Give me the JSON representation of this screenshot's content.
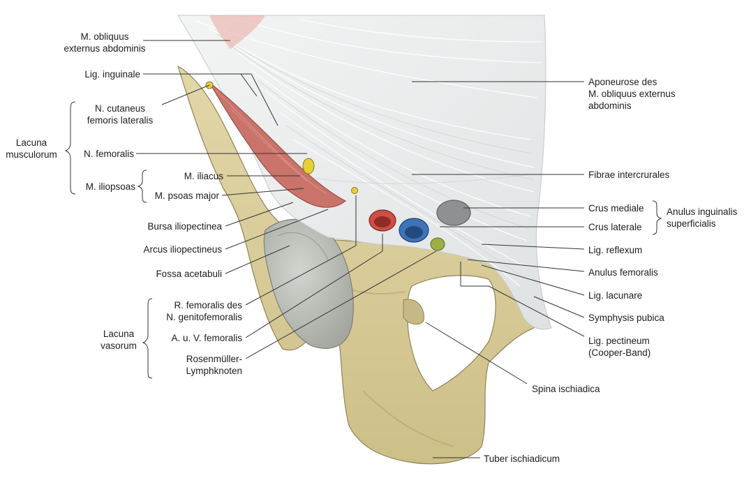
{
  "labels": {
    "obliquus_ext": "M. obliquus\nexternus abdominis",
    "lig_inguinale": "Lig. inguinale",
    "n_cutaneus": "N. cutaneus\nfemoris lateralis",
    "lacuna_musculorum": "Lacuna\nmusculorum",
    "n_femoralis": "N. femoralis",
    "m_iliacus": "M. iliacus",
    "m_iliopsoas": "M. iliopsoas",
    "m_psoas": "M. psoas major",
    "bursa": "Bursa iliopectinea",
    "arcus": "Arcus iliopectineus",
    "fossa": "Fossa acetabuli",
    "r_femoralis": "R. femoralis des\nN. genitofemoralis",
    "lacuna_vasorum": "Lacuna\nvasorum",
    "a_v_femoralis": "A. u. V. femoralis",
    "rosenmueller": "Rosenmüller-\nLymphknoten",
    "aponeurose": "Aponeurose des\nM. obliquus externus\nabdominis",
    "fibrae": "Fibrae intercrurales",
    "crus_mediale": "Crus mediale",
    "crus_laterale": "Crus laterale",
    "anulus_ing": "Anulus inguinalis\nsuperficialis",
    "lig_reflexum": "Lig. reflexum",
    "anulus_fem": "Anulus femoralis",
    "lig_lacunare": "Lig. lacunare",
    "symphysis": "Symphysis pubica",
    "lig_pectineum": "Lig. pectineum\n(Cooper-Band)",
    "spina": "Spina ischiadica",
    "tuber": "Tuber ischiadicum"
  },
  "colors": {
    "bone": "#d9cd9c",
    "bone_shade": "#b9ab74",
    "aponeurosis": "#eceeef",
    "muscle": "#c9736a",
    "nerve": "#e6cf3a",
    "artery": "#cf4e45",
    "vein": "#3f73b8",
    "lymph": "#9eae48",
    "cartilage": "#c9cbc6"
  }
}
